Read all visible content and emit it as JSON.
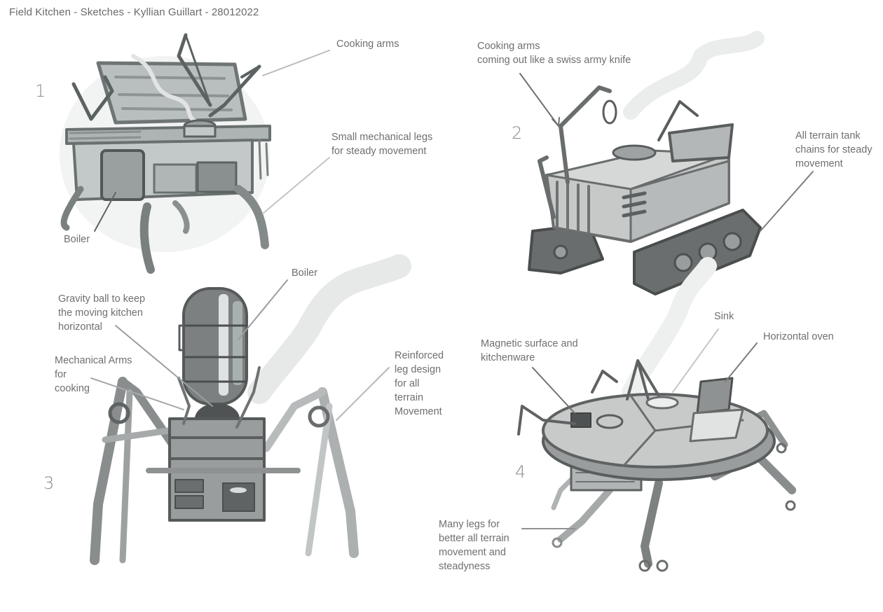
{
  "title": "Field Kitchen - Sketches - Kyllian Guillart - 28012022",
  "colors": {
    "background": "#ffffff",
    "text": "#6f6f6f",
    "ink_dark": "#5a5a5a",
    "ink_mid": "#8c8c8c",
    "ink_light": "#c4c4c4"
  },
  "sketches": [
    {
      "number": "1",
      "labels": {
        "cooking_arms": "Cooking arms",
        "legs": "Small mechanical legs\nfor steady movement",
        "boiler": "Boiler"
      }
    },
    {
      "number": "2",
      "labels": {
        "cooking_arms": "Cooking arms\ncoming out like a swiss army knife",
        "tank_chains": "All terrain tank\nchains for steady\nmovement"
      }
    },
    {
      "number": "3",
      "labels": {
        "boiler": "Boiler",
        "gravity_ball": "Gravity ball to keep\nthe moving kitchen\nhorizontal",
        "mechanical_arms": "Mechanical Arms\nfor\ncooking",
        "reinforced_legs": "Reinforced\nleg design\nfor all\nterrain\nMovement"
      }
    },
    {
      "number": "4",
      "labels": {
        "sink": "Sink",
        "horizontal_oven": "Horizontal oven",
        "magnetic_surface": "Magnetic surface and\nkitchenware",
        "many_legs": "Many legs for\nbetter all terrain\nmovement and\nsteadyness"
      }
    }
  ]
}
